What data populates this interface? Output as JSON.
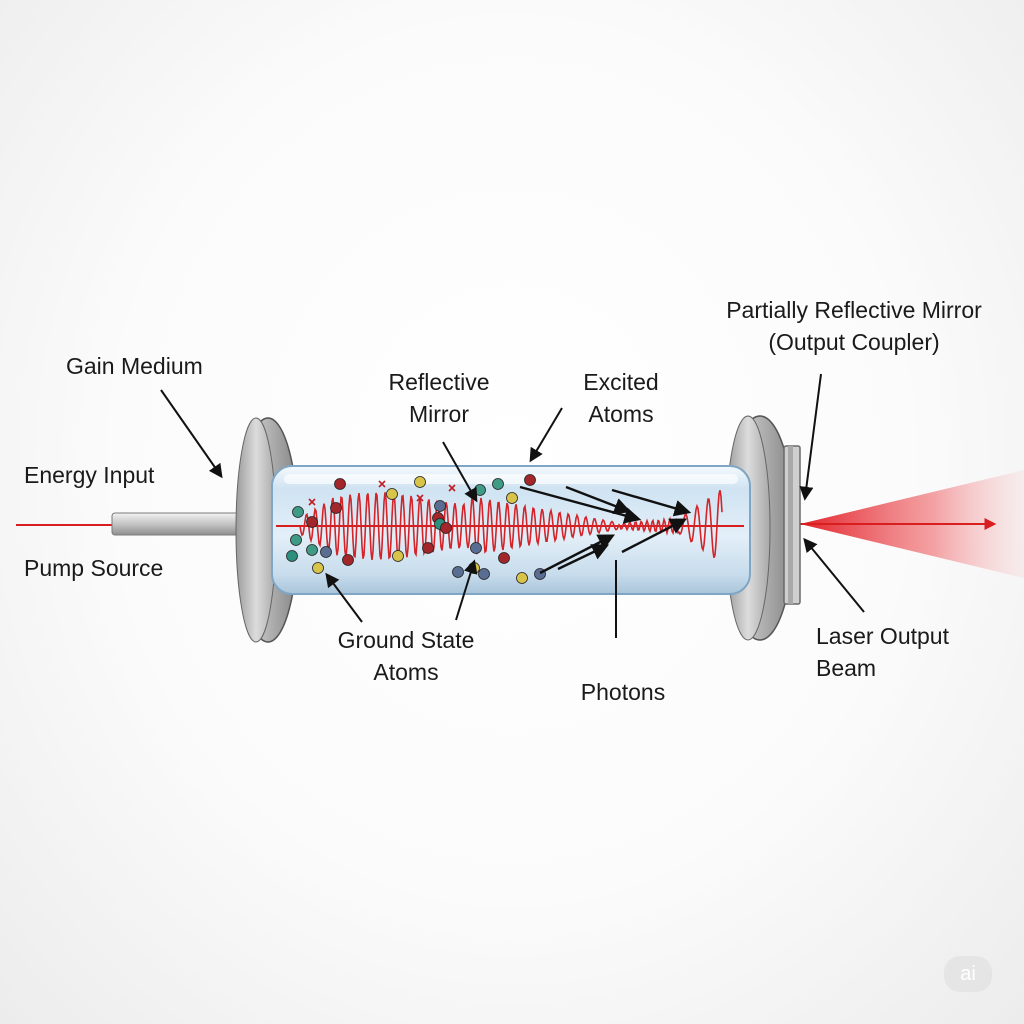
{
  "labels": {
    "gain_medium": "Gain Medium",
    "energy_input": "Energy Input",
    "pump_source": "Pump Source",
    "reflective_mirror": [
      "Reflective",
      "Mirror"
    ],
    "excited_atoms": [
      "Excited",
      "Atoms"
    ],
    "ground_state_atoms": [
      "Ground State",
      "Atoms"
    ],
    "photons": "Photons",
    "partially_reflective_mirror": [
      "Partially Reflective Mirror",
      "(Output Coupler)"
    ],
    "laser_output_beam": [
      "Laser Output",
      "Beam"
    ]
  },
  "watermark": "ai",
  "colors": {
    "beam": "#d81e1e",
    "tube_fill": "#d9ebf7",
    "tube_edge": "#7fa6c4",
    "mirror": "#8e8e8e",
    "atom_palette": [
      "#a3262b",
      "#3f9a86",
      "#d9c44a",
      "#5a6e94",
      "#2d8f7e"
    ]
  }
}
